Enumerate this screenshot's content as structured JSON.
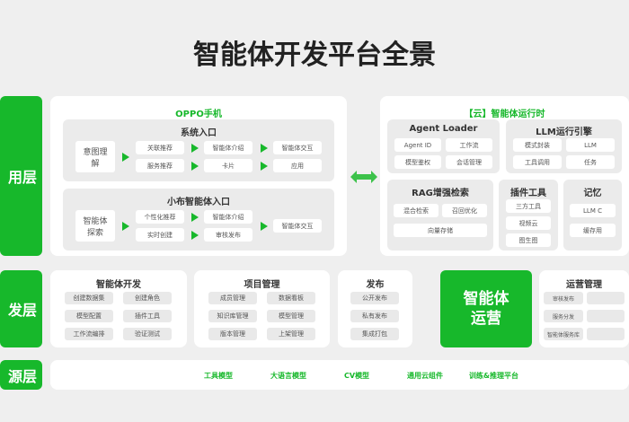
{
  "title": "智能体开发平台全景",
  "layers": [
    "用层",
    "发层",
    "源层"
  ],
  "oppo": {
    "title": "OPPO手机",
    "system": {
      "title": "系统入口",
      "start": "意图理解",
      "row1": [
        "关联推荐",
        "智能体介绍",
        "智能体交互"
      ],
      "row2": [
        "服务推荐",
        "卡片",
        "应用"
      ]
    },
    "xiaobu": {
      "title": "小布智能体入口",
      "start": "智能体探索",
      "col1": [
        "个性化推荐",
        "实时创建"
      ],
      "col2": [
        "智能体介绍",
        "审核发布"
      ],
      "end": "智能体交互"
    }
  },
  "cloud": {
    "title": "【云】智能体运行时",
    "loader": {
      "title": "Agent Loader",
      "items": [
        "Agent ID",
        "工作流",
        "模型鉴权",
        "会话管理"
      ]
    },
    "llm": {
      "title": "LLM运行引擎",
      "items": [
        "模式封装",
        "LLM",
        "工具调用",
        "任务"
      ]
    },
    "rag": {
      "title": "RAG增强检索",
      "items": [
        "混合检索",
        "召回优化",
        "向量存储"
      ]
    },
    "plugin": {
      "title": "插件工具",
      "items": [
        "三方工具",
        "视频云",
        "图生图"
      ]
    },
    "memory": {
      "title": "记忆",
      "items": [
        "LLM C",
        "缓存用"
      ]
    }
  },
  "dev": {
    "title": "智能体开发",
    "items": [
      "创建数据集",
      "创建角色",
      "模型配置",
      "插件工具",
      "工作流编排",
      "验证测试"
    ]
  },
  "proj": {
    "title": "项目管理",
    "items": [
      "成员管理",
      "数据看板",
      "知识库管理",
      "模型管理",
      "版本管理",
      "上架管理"
    ]
  },
  "publish": {
    "title": "发布",
    "items": [
      "公开发布",
      "私有发布",
      "集成打包"
    ]
  },
  "ops_block": "智能体运营",
  "ops": {
    "title": "运营管理",
    "items": [
      "审核发布",
      "服务分发",
      "智能体服务库"
    ]
  },
  "resources": [
    "工具模型",
    "大语言模型",
    "CV模型",
    "通用云组件",
    "训练&推理平台"
  ],
  "colors": {
    "accent": "#17b82b",
    "background": "#efefef"
  }
}
